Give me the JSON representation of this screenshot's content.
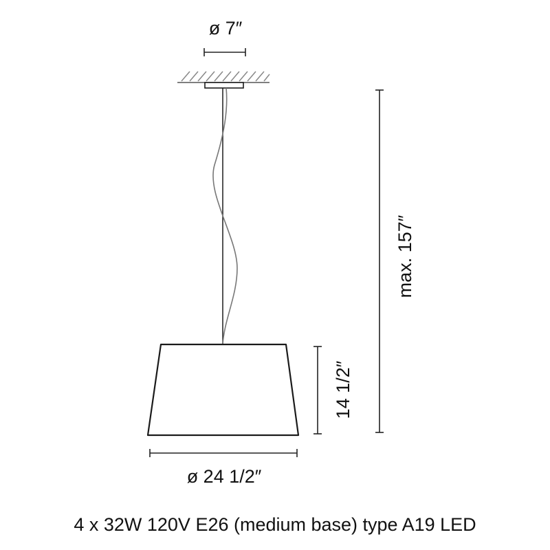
{
  "dimensions": {
    "canopy_diameter": "ø 7″",
    "shade_diameter": "ø 24 1/2″",
    "shade_height": "14 1/2″",
    "max_height": "max. 157″"
  },
  "caption": "4 x 32W 120V E26 (medium base) type A19 LED",
  "colors": {
    "line": "#1a1a1a",
    "dimension_line": "#222222",
    "ceiling_hatch": "#888888",
    "cable": "#666666"
  }
}
